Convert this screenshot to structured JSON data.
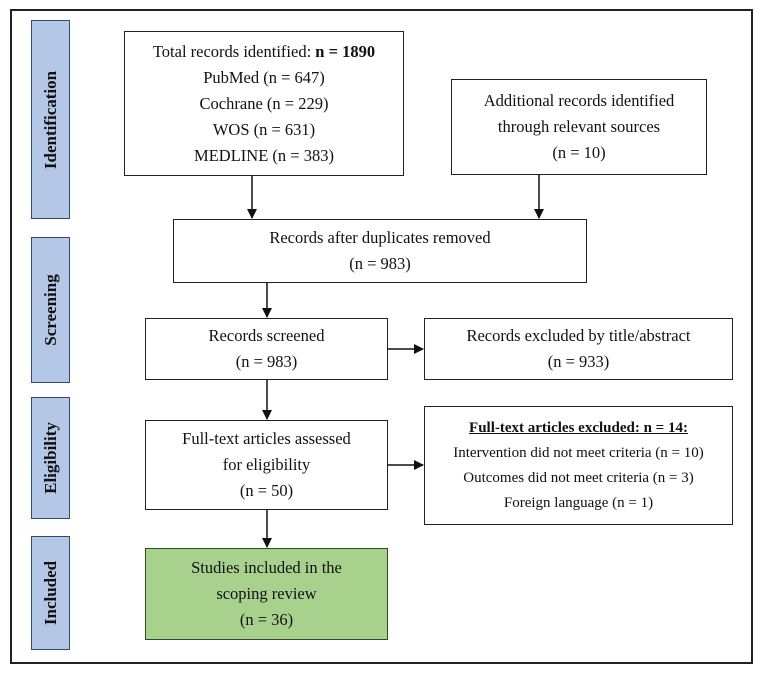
{
  "phases": [
    {
      "id": "identification",
      "label": "Identification"
    },
    {
      "id": "screening",
      "label": "Screening"
    },
    {
      "id": "eligibility",
      "label": "Eligibility"
    },
    {
      "id": "included",
      "label": "Included"
    }
  ],
  "total": {
    "label": "Total records identified: ",
    "value": "n = 1890",
    "sources": [
      "PubMed (n = 647)",
      "Cochrane (n = 229)",
      "WOS (n = 631)",
      "MEDLINE (n = 383)"
    ]
  },
  "additional": {
    "lines": [
      "Additional records identified",
      "through relevant sources",
      "(n = 10)"
    ]
  },
  "duplicates": {
    "lines": [
      "Records after duplicates removed",
      "(n = 983)"
    ]
  },
  "screened": {
    "lines": [
      "Records screened",
      "(n = 983)"
    ]
  },
  "excluded_title": {
    "lines": [
      "Records excluded by title/abstract",
      "(n = 933)"
    ]
  },
  "fulltext": {
    "lines": [
      "Full-text articles assessed",
      "for eligibility",
      "(n = 50)"
    ]
  },
  "fulltext_excluded": {
    "heading": "Full-text articles excluded: n = 14:",
    "reasons": [
      "Intervention did not meet criteria (n = 10)",
      "Outcomes did not meet criteria (n = 3)",
      "Foreign language (n = 1)"
    ]
  },
  "included": {
    "lines": [
      "Studies included in the",
      "scoping review",
      "(n = 36)"
    ]
  },
  "colors": {
    "phase_fill": "#b4c7e7",
    "phase_border": "#2f4c74",
    "included_fill": "#a9d18e"
  }
}
